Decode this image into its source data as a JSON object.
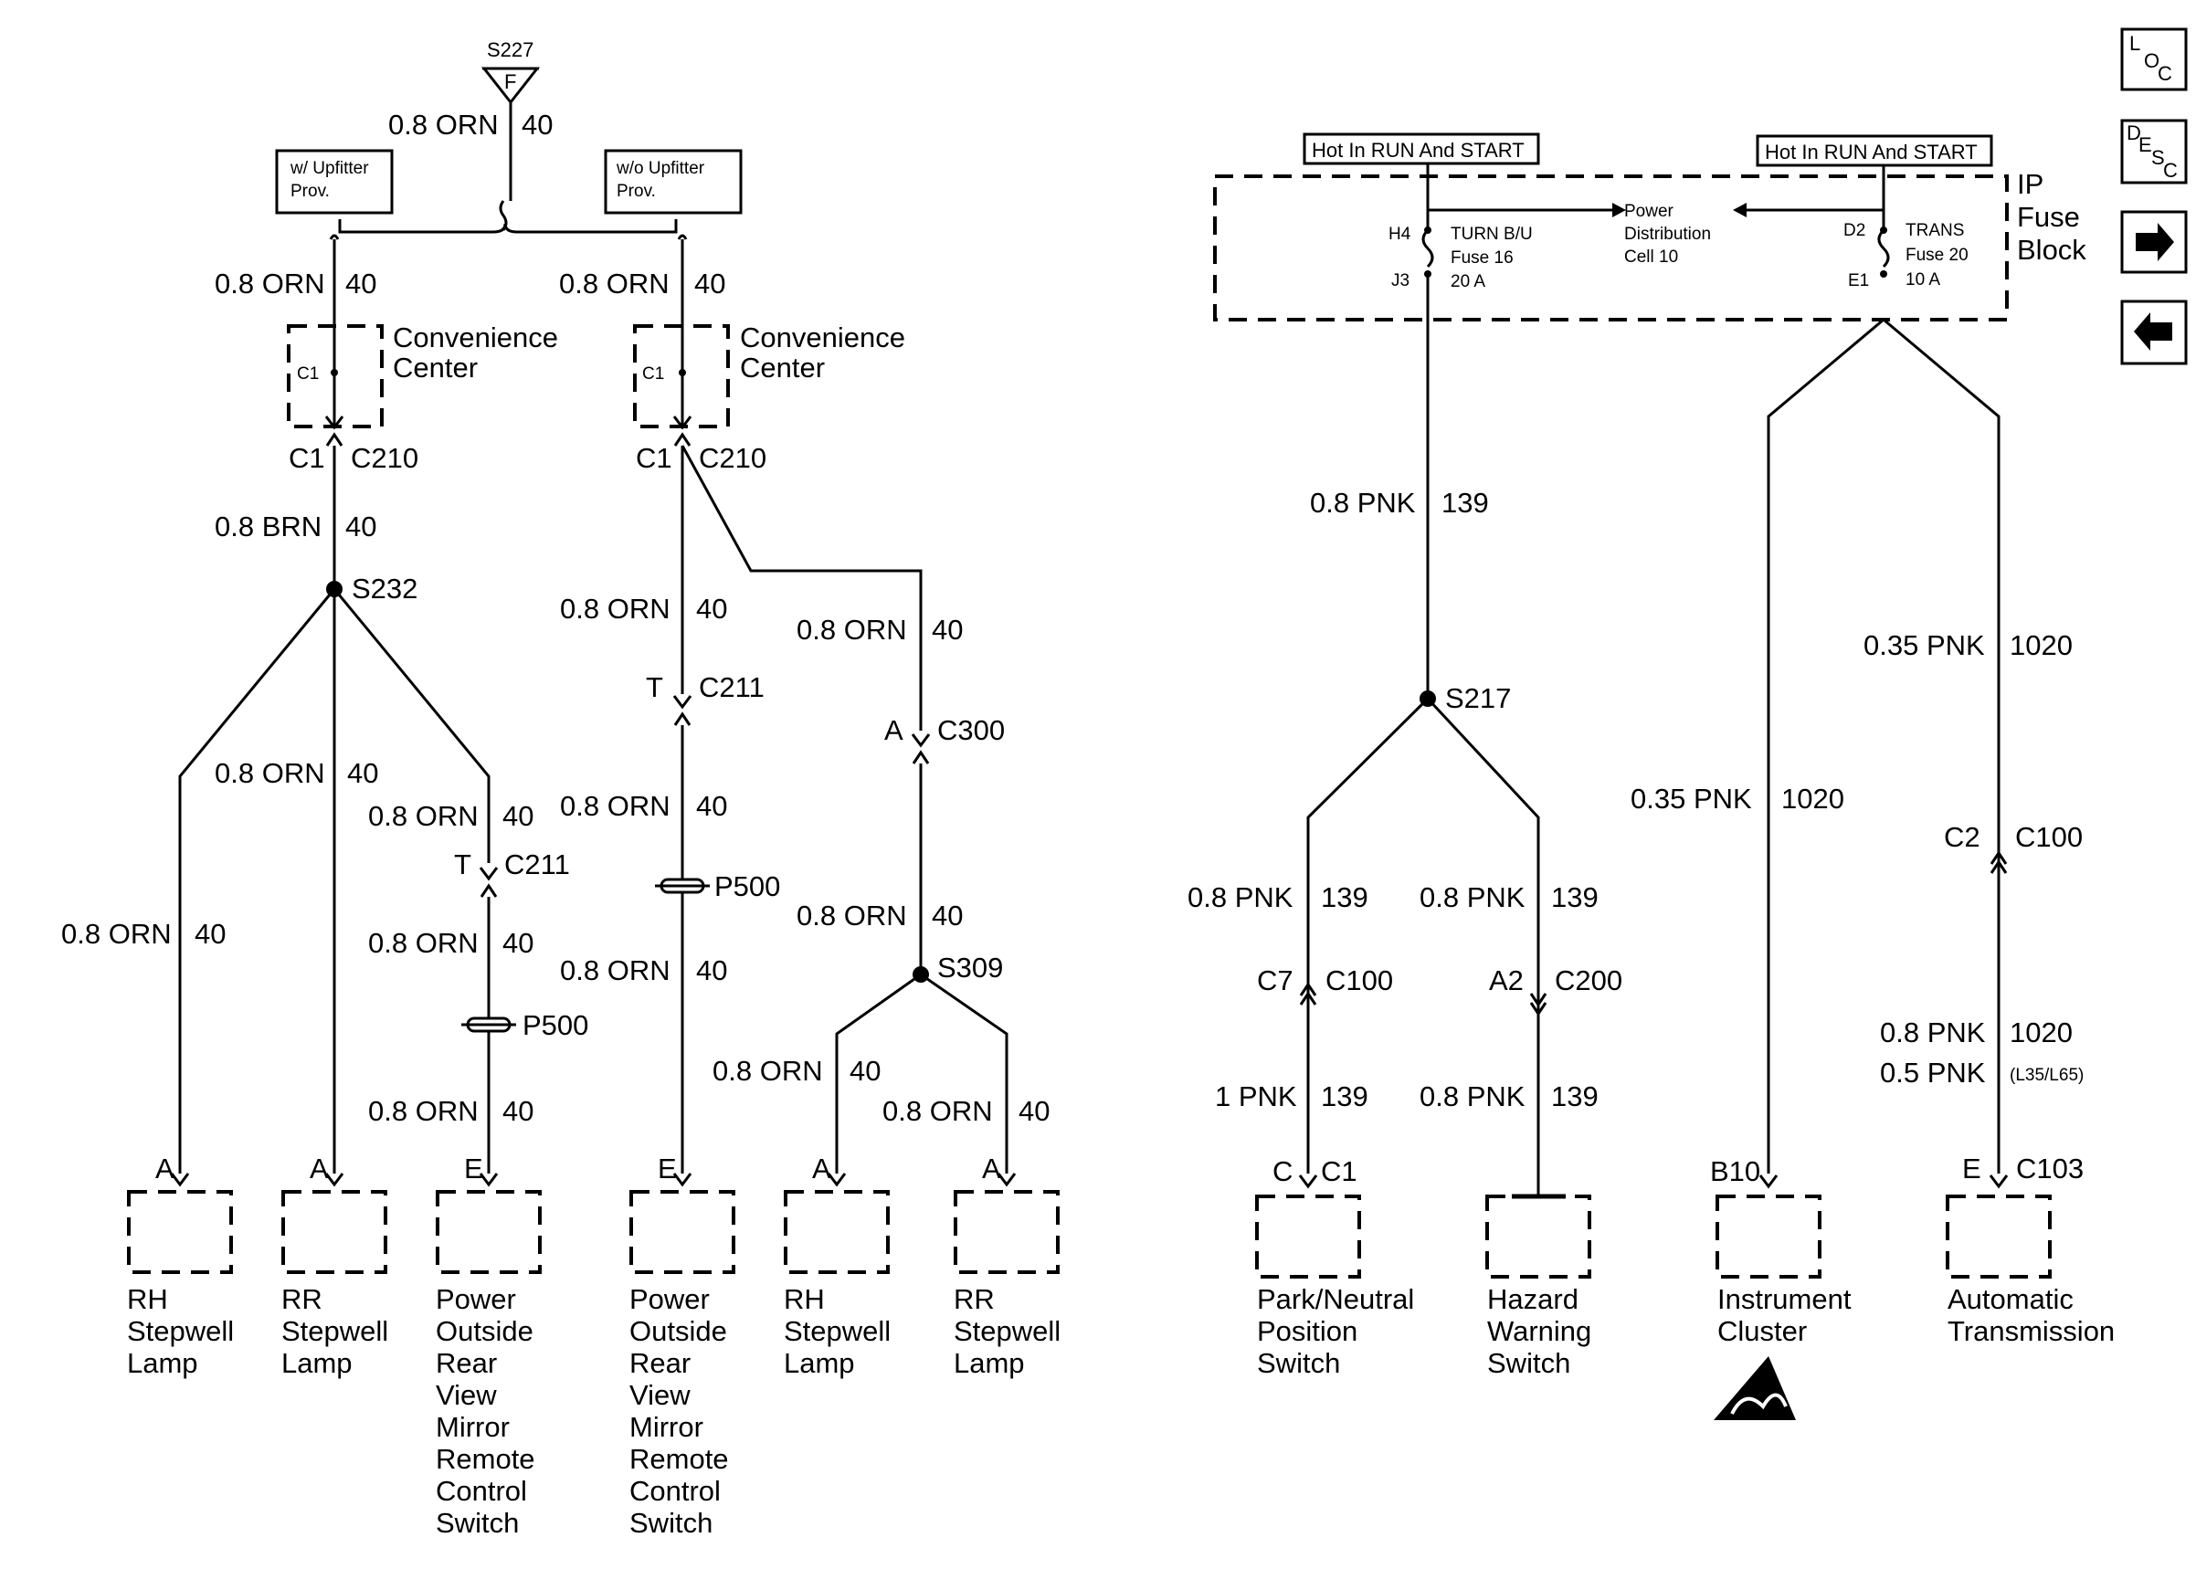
{
  "top_splice": {
    "id": "S227",
    "letter": "F",
    "wire": "0.8 ORN",
    "circuit": "40"
  },
  "options": {
    "with_upfitter": "w/ Upfitter",
    "without_upfitter": "w/o Upfitter",
    "prov": "Prov."
  },
  "left_branch": {
    "wire_top": "0.8 ORN",
    "circuit_top": "40",
    "center_line1": "Convenience",
    "center_line2": "Center",
    "center_pin": "C1",
    "conn_pin": "C1",
    "conn": "C210",
    "wire_brn": "0.8 BRN",
    "circuit_brn": "40",
    "splice": "S232",
    "rh_wire": "0.8 ORN",
    "rh_circ": "40",
    "rr_wire": "0.8 ORN",
    "rr_circ": "40",
    "mir_wire1": "0.8 ORN",
    "mir_circ1": "40",
    "mir_conn_pin": "T",
    "mir_conn": "C211",
    "mir_wire2": "0.8 ORN",
    "mir_circ2": "40",
    "mir_p500": "P500",
    "mir_wire3": "0.8 ORN",
    "mir_circ3": "40"
  },
  "right_branch": {
    "wire_top": "0.8 ORN",
    "circuit_top": "40",
    "center_line1": "Convenience",
    "center_line2": "Center",
    "center_pin": "C1",
    "conn_pin": "C1",
    "conn": "C210",
    "mir_wire1": "0.8 ORN",
    "mir_circ1": "40",
    "mir_conn_pin": "T",
    "mir_conn": "C211",
    "mir_wire2": "0.8 ORN",
    "mir_circ2": "40",
    "mir_p500": "P500",
    "mir_wire3": "0.8 ORN",
    "mir_circ3": "40",
    "lamp_wire1": "0.8 ORN",
    "lamp_circ1": "40",
    "c300_pin": "A",
    "c300": "C300",
    "lamp_wire2": "0.8 ORN",
    "lamp_circ2": "40",
    "splice": "S309",
    "rh_wire": "0.8 ORN",
    "rh_circ": "40",
    "rr_wire": "0.8 ORN",
    "rr_circ": "40"
  },
  "components_left": [
    {
      "pin": "A",
      "lines": [
        "RH",
        "Stepwell",
        "Lamp"
      ]
    },
    {
      "pin": "A",
      "lines": [
        "RR",
        "Stepwell",
        "Lamp"
      ]
    },
    {
      "pin": "E",
      "lines": [
        "Power",
        "Outside",
        "Rear",
        "View",
        "Mirror",
        "Remote",
        "Control",
        "Switch"
      ]
    },
    {
      "pin": "E",
      "lines": [
        "Power",
        "Outside",
        "Rear",
        "View",
        "Mirror",
        "Remote",
        "Control",
        "Switch"
      ]
    },
    {
      "pin": "A",
      "lines": [
        "RH",
        "Stepwell",
        "Lamp"
      ]
    },
    {
      "pin": "A",
      "lines": [
        "RR",
        "Stepwell",
        "Lamp"
      ]
    }
  ],
  "fuse_block": {
    "label_line1": "IP",
    "label_line2": "Fuse",
    "label_line3": "Block",
    "hot1": "Hot In RUN And START",
    "hot2": "Hot In RUN And START",
    "pdc_line1": "Power",
    "pdc_line2": "Distribution",
    "pdc_line3": "Cell 10",
    "fuse16": {
      "top": "H4",
      "bottom": "J3",
      "line1": "TURN B/U",
      "line2": "Fuse 16",
      "line3": "20 A"
    },
    "fuse20": {
      "top": "D2",
      "bottom": "E1",
      "line1": "TRANS",
      "line2": "Fuse 20",
      "line3": "10 A"
    }
  },
  "pnk_circuit": {
    "wire_top": "0.8 PNK",
    "circ_top": "139",
    "splice": "S217",
    "pn_wire1": "0.8 PNK",
    "pn_circ1": "139",
    "pn_conn_pin": "C7",
    "pn_conn": "C100",
    "pn_wire2": "1 PNK",
    "pn_circ2": "139",
    "pn_pin": "C",
    "pn_comp_conn": "C1",
    "hz_wire1": "0.8 PNK",
    "hz_circ1": "139",
    "hz_conn_pin": "A2",
    "hz_conn": "C200",
    "hz_wire2": "0.8 PNK",
    "hz_circ2": "139"
  },
  "cluster_circuit": {
    "ic_wire": "0.35 PNK",
    "ic_circ": "1020",
    "ic_pin": "B10",
    "at_wire1": "0.35 PNK",
    "at_circ1": "1020",
    "at_conn_pin": "C2",
    "at_conn": "C100",
    "at_wire2": "0.8 PNK",
    "at_circ2": "1020",
    "at_wire3": "0.5 PNK",
    "at_circ3": "(L35/L65)",
    "at_pin": "E",
    "at_comp_conn": "C103"
  },
  "components_right": [
    {
      "lines": [
        "Park/Neutral",
        "Position",
        "Switch"
      ]
    },
    {
      "lines": [
        "Hazard",
        "Warning",
        "Switch"
      ]
    },
    {
      "lines": [
        "Instrument",
        "Cluster"
      ]
    },
    {
      "lines": [
        "Automatic",
        "Transmission"
      ]
    }
  ],
  "nav": {
    "loc": [
      "L",
      "O",
      "C"
    ],
    "desc": [
      "D",
      "E",
      "S",
      "C"
    ]
  }
}
